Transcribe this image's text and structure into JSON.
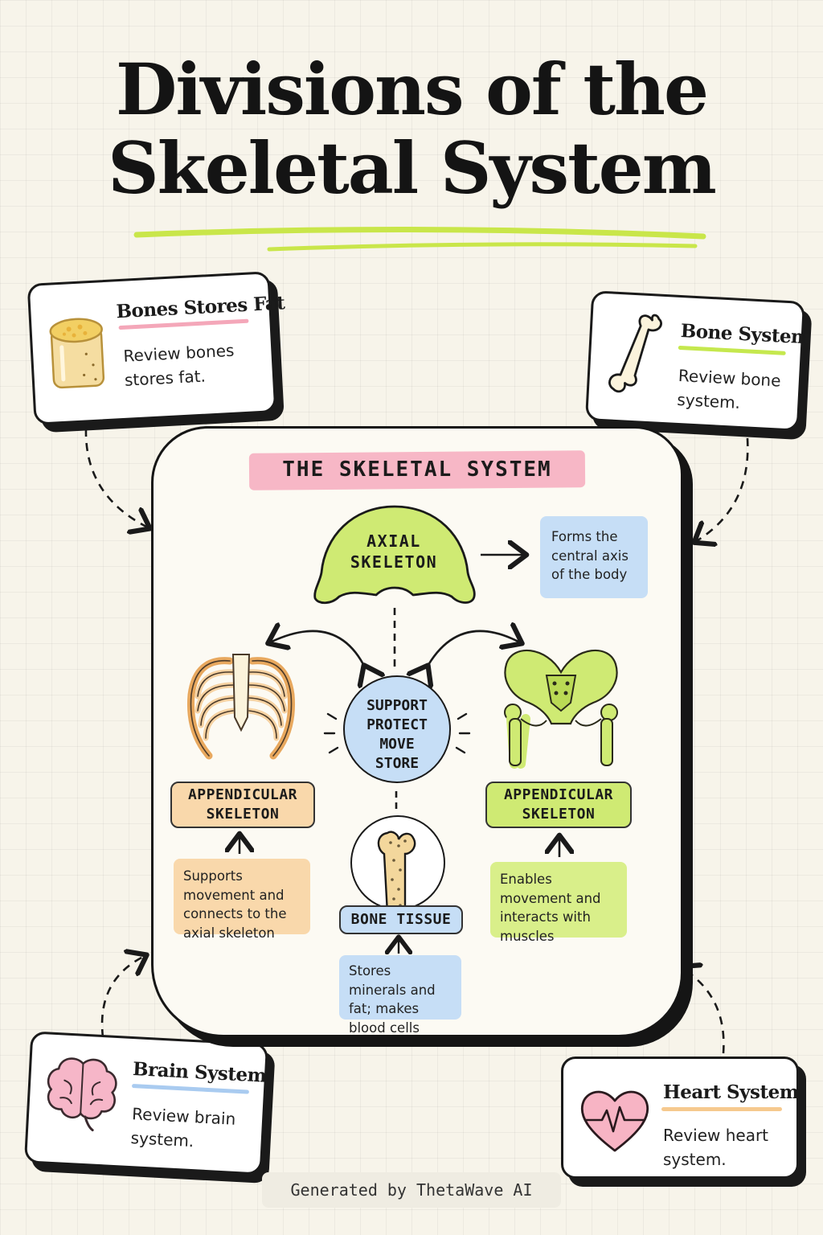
{
  "title": {
    "line1": "Divisions of the",
    "line2": "Skeletal System"
  },
  "corner_cards": [
    {
      "title": "Bones Stores Fat",
      "text": "Review bones stores fat.",
      "icon": "bone-cross-section-icon",
      "underline": "#f4a7b9"
    },
    {
      "title": "Bone System",
      "text": "Review bone system.",
      "icon": "bone-icon",
      "underline": "#c5e84e"
    },
    {
      "title": "Brain System",
      "text": "Review brain system.",
      "icon": "brain-icon",
      "underline": "#a9cbf0"
    },
    {
      "title": "Heart System",
      "text": "Review heart system.",
      "icon": "heart-icon",
      "underline": "#f6c98e"
    }
  ],
  "diagram": {
    "heading": "THE SKELETAL SYSTEM",
    "axial": {
      "label_line1": "AXIAL",
      "label_line2": "SKELETON",
      "note": "Forms the central axis of the body"
    },
    "center": {
      "line1": "SUPPORT",
      "line2": "PROTECT",
      "line3": "MOVE",
      "line4": "STORE"
    },
    "left": {
      "label_line1": "APPENDICULAR",
      "label_line2": "SKELETON",
      "note": "Supports movement and connects to the axial skeleton",
      "icon": "rib-cage-icon"
    },
    "right": {
      "label_line1": "APPENDICULAR",
      "label_line2": "SKELETON",
      "note": "Enables movement and interacts with muscles",
      "icon": "pelvis-icon"
    },
    "tissue": {
      "label": "BONE TISSUE",
      "note": "Stores minerals and fat; makes blood cells",
      "icon": "long-bone-icon"
    }
  },
  "colors": {
    "green": "#cfea73",
    "pink": "#f7b7c6",
    "blue": "#c6def6",
    "orange": "#f9d8ab",
    "ink": "#1a1a1a"
  },
  "footer": "Generated by ThetaWave AI"
}
